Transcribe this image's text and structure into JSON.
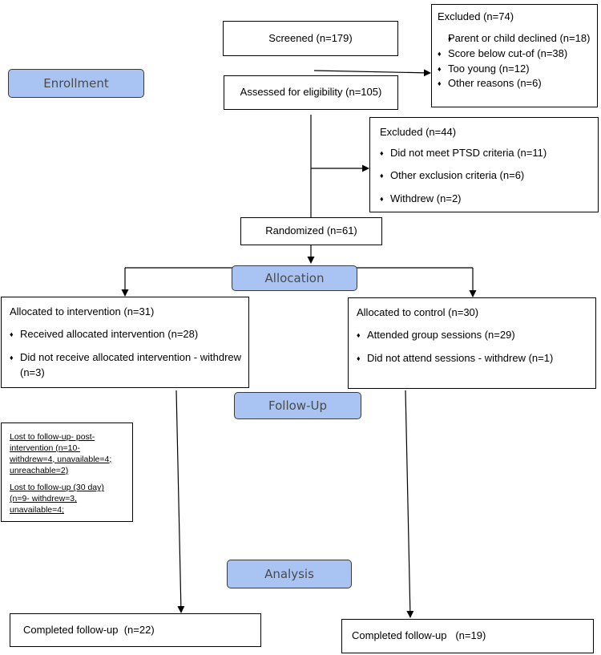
{
  "stages": {
    "enrollment": "Enrollment",
    "allocation": "Allocation",
    "follow_up": "Follow-Up",
    "analysis": "Analysis"
  },
  "screened": "Screened (n=179)",
  "assessed": "Assessed for eligibility (n=105)",
  "excluded_1": {
    "title": "Excluded  (n=74)",
    "items": [
      "Parent or child declined (n=18)",
      "Score below cut-of (n=38)",
      "Too young (n=12)",
      "Other reasons (n=6)"
    ]
  },
  "excluded_2": {
    "title": "Excluded  (n=44)",
    "items": [
      "Did not meet PTSD criteria (n=11)",
      "Other exclusion criteria (n=6)",
      "Withdrew (n=2)"
    ]
  },
  "randomized": "Randomized (n=61)",
  "intervention": {
    "title": "Allocated to intervention (n=31)",
    "items": [
      "Received allocated intervention (n=28)",
      "Did not receive allocated intervention - withdrew (n=3)"
    ]
  },
  "control": {
    "title": "Allocated to control (n=30)",
    "items": [
      "Attended group sessions (n=29)",
      "Did not attend sessions - withdrew (n=1)"
    ]
  },
  "lost": {
    "post": "Lost to follow-up- post-intervention  (n=10- withdrew=4, unavailable=4; unreachable=2)",
    "day30": "Lost to follow-up (30 day) (n=9- withdrew=3, unavailable=4;"
  },
  "completed_intervention": "Completed follow-up  (n=22)",
  "completed_control": "Completed follow-up   (n=19)"
}
